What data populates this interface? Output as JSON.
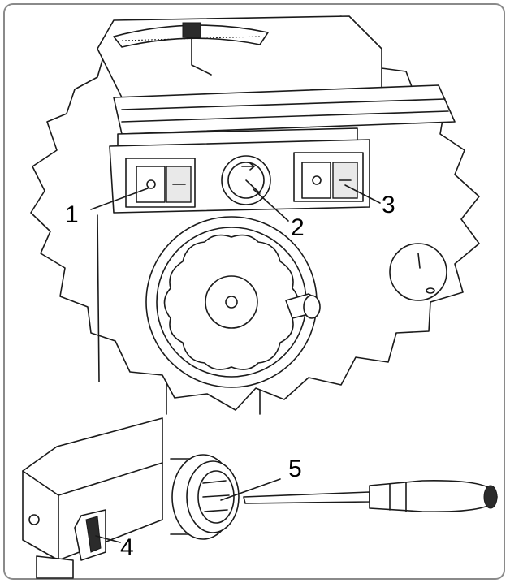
{
  "callouts": [
    {
      "id": "1",
      "text": "1"
    },
    {
      "id": "2",
      "text": "2"
    },
    {
      "id": "3",
      "text": "3"
    },
    {
      "id": "4",
      "text": "4"
    },
    {
      "id": "5",
      "text": "5"
    }
  ],
  "colors": {
    "line": "#1a1a1a",
    "frame": "#8a8a8a",
    "background": "#ffffff"
  }
}
